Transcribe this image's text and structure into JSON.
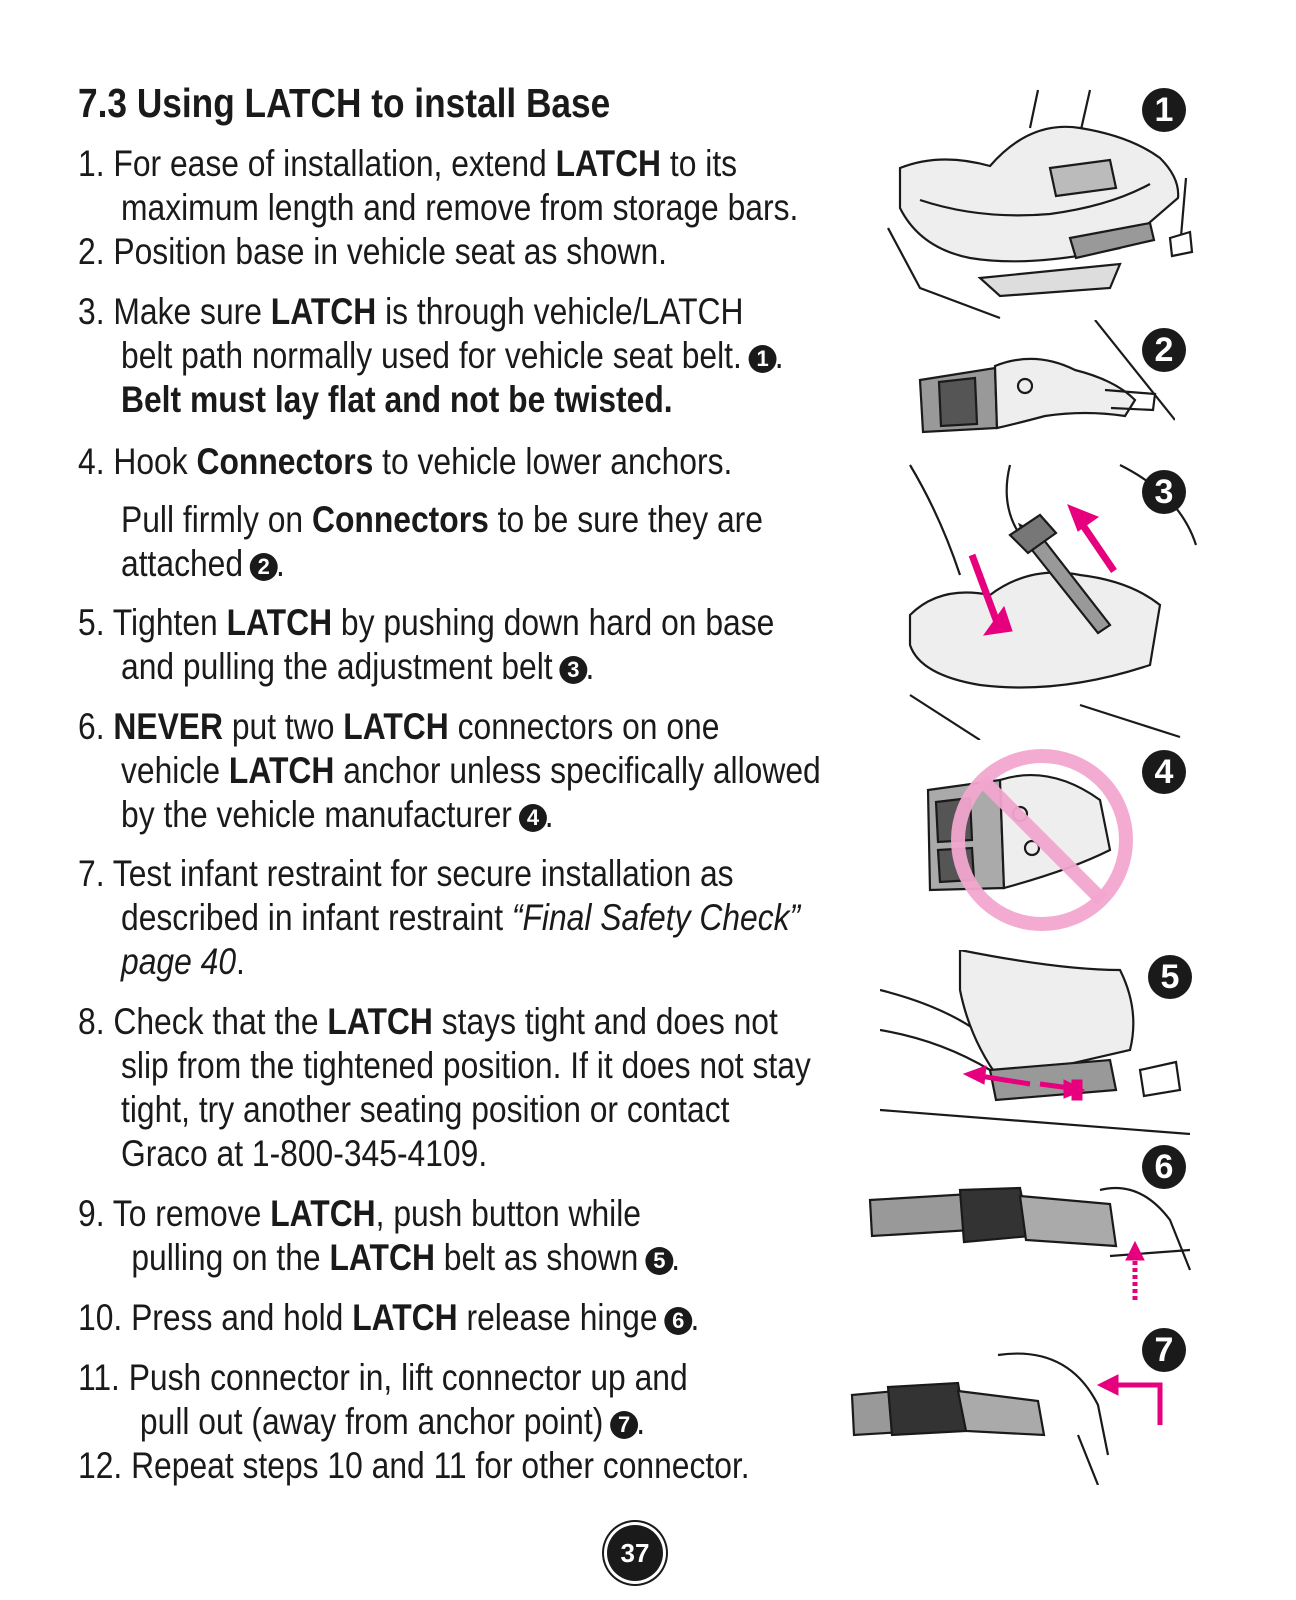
{
  "title": "7.3 Using LATCH to install Base",
  "steps": {
    "s1": {
      "a": "1. For ease of installation, extend ",
      "b": "LATCH",
      "c": " to its",
      "d": "maximum length and remove from storage bars."
    },
    "s2": {
      "a": "2. Position base in vehicle seat as shown."
    },
    "s3": {
      "a": "3. Make sure ",
      "b": "LATCH",
      "c": " is through vehicle/LATCH",
      "d": "belt path normally used for vehicle seat belt. ",
      "m": "1",
      "e": ".",
      "f": "Belt must lay flat and not be twisted."
    },
    "s4": {
      "a": "4. Hook ",
      "b": "Connectors",
      "c": " to vehicle lower anchors.",
      "d": "Pull firmly on ",
      "e": "Connectors",
      "f": " to be sure they are",
      "g": "attached ",
      "m": "2",
      "h": "."
    },
    "s5": {
      "a": "5. Tighten ",
      "b": "LATCH",
      "c": " by pushing down hard on base",
      "d": "and pulling the adjustment belt ",
      "m": "3",
      "e": "."
    },
    "s6": {
      "a": "6. ",
      "b": "NEVER",
      "c": " put two ",
      "d": "LATCH",
      "e": " connectors on one",
      "f": "vehicle ",
      "g": "LATCH",
      "h": " anchor unless specifically allowed",
      "i": "by the vehicle manufacturer ",
      "m": "4",
      "j": "."
    },
    "s7": {
      "a": "7. Test infant restraint for secure installation as",
      "b": "described in infant restraint ",
      "c": "“Final Safety Check”",
      "d": "page 40",
      "e": "."
    },
    "s8": {
      "a": "8. Check that the ",
      "b": "LATCH",
      "c": " stays tight and does not",
      "d": "slip from the tightened position. If it does not stay",
      "e": "tight, try another seating position or contact",
      "f": "Graco at 1-800-345-4109."
    },
    "s9": {
      "a": "9. To remove ",
      "b": "LATCH",
      "c": ", push button while",
      "d": "pulling on the ",
      "e": "LATCH",
      "f": " belt as shown ",
      "m": "5",
      "g": "."
    },
    "s10": {
      "a": "10. Press and hold ",
      "b": "LATCH",
      "c": " release hinge ",
      "m": "6",
      "d": "."
    },
    "s11": {
      "a": "11. Push connector in, lift connector up and",
      "b": "pull out (away from anchor point) ",
      "m": "7",
      "c": "."
    },
    "s12": {
      "a": "12. Repeat steps 10 and 11 for other connector."
    }
  },
  "figures": [
    "1",
    "2",
    "3",
    "4",
    "5",
    "6",
    "7"
  ],
  "page_number": "37",
  "colors": {
    "accent": "#e6007e",
    "prohibit": "#f3a6cf",
    "ink": "#1a1a1a"
  }
}
